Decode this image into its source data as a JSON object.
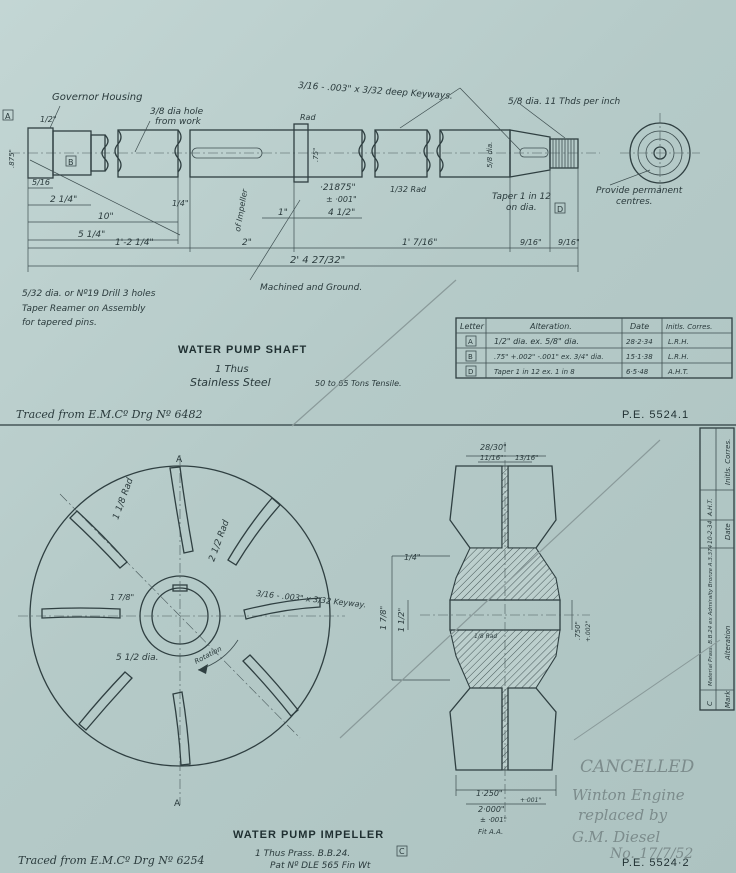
{
  "shaft": {
    "title": "WATER PUMP SHAFT",
    "quantity": "1 Thus",
    "material": "Stainless Steel",
    "tensile": "50 to 65 Tons Tensile.",
    "labels": {
      "governor_housing": "Governor Housing",
      "hole_from_work": "3/8 dia hole",
      "hole_from_work_2": "from work",
      "keyways": "3/16 - .003\" x 3/32 deep Keyways.",
      "thread": "5/8 dia. 11 Thds per inch",
      "permanent_centres": "Provide permanent",
      "permanent_centres_2": "centres.",
      "taper": "Taper 1 in 12",
      "taper_2": "on dia.",
      "drill_note_1": "5/32 dia. or Nº19 Drill 3 holes",
      "drill_note_2": "Taper Reamer on Assembly",
      "drill_note_3": "for tapered pins.",
      "machined": "Machined and Ground.",
      "of_impeller": "of Impeller",
      "rad": "Rad",
      "radius_1": "1/32 Rad"
    },
    "dimensions": {
      "d_5_16": "5/16",
      "d_2_1_4": "2 1/4\"",
      "d_10": "10\"",
      "d_5_1_4": "5 1/4\"",
      "d_1_2_1_4": "1'-2 1/4\"",
      "d_2": "2\"",
      "d_2_4": "2' 4 27/32\"",
      "d_1_7_16": "1' 7/16\"",
      "d_9_16": "9/16\"",
      "d_9_16_b": "9/16\"",
      "d_1": "1\"",
      "d_4_1_2": "4 1/2\"",
      "d_21875": "·21875\"",
      "d_21875_tol": "± ·001\"",
      "dia_875": ".875\"",
      "dia_75": ".75\"",
      "dia_5_8": "5/8 dia.",
      "d_half": "1/2\"",
      "d_1_4": "1/4\""
    },
    "tracing": "Traced from E.M.Cº Drg Nº 6482",
    "number": "P.E. 5524.1"
  },
  "alteration_table": {
    "headers": [
      "Letter",
      "Alteration.",
      "Date",
      "Initls. Corres."
    ],
    "rows": [
      {
        "letter": "A",
        "alteration": "1/2\" dia. ex. 5/8\" dia.",
        "date": "28·2·34",
        "initials": "L.R.H."
      },
      {
        "letter": "B",
        "alteration": ".75\" +.002\" -.001\" ex. 3/4\" dia.",
        "date": "15·1·38",
        "initials": "L.R.H."
      },
      {
        "letter": "D",
        "alteration": "Taper 1 in 12 ex. 1 in 8",
        "date": "6·5·48",
        "initials": "A.H.T."
      }
    ]
  },
  "impeller": {
    "title": "WATER PUMP IMPELLER",
    "quantity": "1 Thus Prass. B.B.24.",
    "pattern": "Pat Nº DLE 565 Fin Wt",
    "labels": {
      "keyway": "3/16 - .003\" x 3/32 Keyway.",
      "rotation": "Rotation",
      "dia_5_1_2": "5 1/2 dia.",
      "rad_1_8": "1 1/8 Rad",
      "rad_2_1_2": "2 1/2 Rad",
      "d_1_7_8": "1 7/8\"",
      "d_1_1_2": "1 1/2\"",
      "d_1_4": "1/4\"",
      "d_1250": "1·250\"",
      "d_1250_tol": "+·001\"",
      "d_2000": "2·000\"",
      "d_2000_tol": "± ·001\"",
      "d_750": ".750\"",
      "d_750_tol": "+.002\"",
      "d_28_30": "28/30\"",
      "d_11_16": "11/16\"",
      "d_13_16": "13/16\"",
      "fit": "Fit A.A.",
      "section_a": "A",
      "rad_label": "1/8 Rad"
    },
    "tracing": "Traced from E.M.Cº Drg Nº 6254",
    "number": "P.E. 5524·2"
  },
  "side_table": {
    "headers": [
      "Mark",
      "Alteration",
      "Date",
      "Initls. Corres."
    ],
    "row": {
      "mark": "C",
      "alteration": "Material Prass. B.B.24 ex Admiralty Bronze A.3.374",
      "date": "10-2-34",
      "initials": "A.H.T."
    }
  },
  "pencil": {
    "cancelled": "CANCELLED",
    "line1": "Winton Engine",
    "line2": "replaced by",
    "line3": "G.M. Diesel",
    "line4": "No. 17/7/52"
  },
  "markers": {
    "a": "A",
    "b": "B",
    "c": "C",
    "d": "D"
  },
  "colors": {
    "paper": "#b9cecc",
    "ink": "#2f3f41",
    "pencil": "#7c8c8c"
  }
}
